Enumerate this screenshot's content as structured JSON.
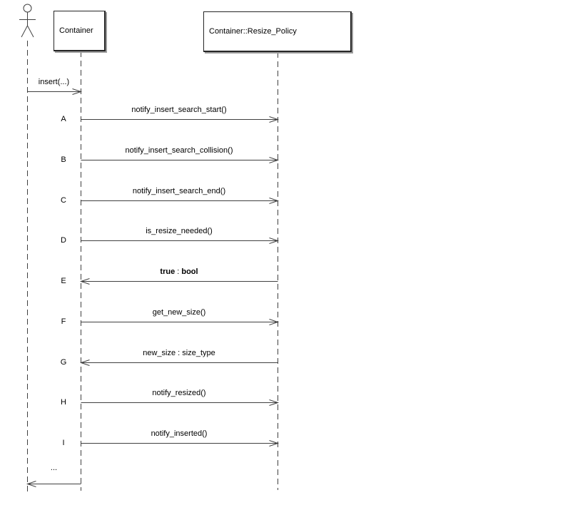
{
  "diagram": {
    "participants": [
      {
        "label": "Container"
      },
      {
        "label": "Container::Resize_Policy"
      }
    ],
    "initial_message": {
      "label": "insert(...)"
    },
    "messages": [
      {
        "letter": "A",
        "direction": "right",
        "parts": [
          {
            "text": "notify_insert_search_start()",
            "bold": false
          }
        ]
      },
      {
        "letter": "B",
        "direction": "right",
        "parts": [
          {
            "text": "notify_insert_search_collision()",
            "bold": false
          }
        ]
      },
      {
        "letter": "C",
        "direction": "right",
        "parts": [
          {
            "text": "notify_insert_search_end()",
            "bold": false
          }
        ]
      },
      {
        "letter": "D",
        "direction": "right",
        "parts": [
          {
            "text": "is_resize_needed()",
            "bold": false
          }
        ]
      },
      {
        "letter": "E",
        "direction": "left",
        "parts": [
          {
            "text": "true",
            "bold": true
          },
          {
            "text": " : ",
            "bold": false
          },
          {
            "text": "bool",
            "bold": true
          }
        ]
      },
      {
        "letter": "F",
        "direction": "right",
        "parts": [
          {
            "text": "get_new_size()",
            "bold": false
          }
        ]
      },
      {
        "letter": "G",
        "direction": "left",
        "parts": [
          {
            "text": "new_size : size_type",
            "bold": false
          }
        ]
      },
      {
        "letter": "H",
        "direction": "right",
        "parts": [
          {
            "text": "notify_resized()",
            "bold": false
          }
        ]
      },
      {
        "letter": "I",
        "direction": "right",
        "parts": [
          {
            "text": "notify_inserted()",
            "bold": false
          }
        ]
      }
    ],
    "final_message": {
      "label": "..."
    },
    "colors": {
      "line": "#404040",
      "text": "#000000",
      "background": "#ffffff",
      "box_border": "#262626",
      "box_shadow": "#9b9b9b"
    }
  }
}
